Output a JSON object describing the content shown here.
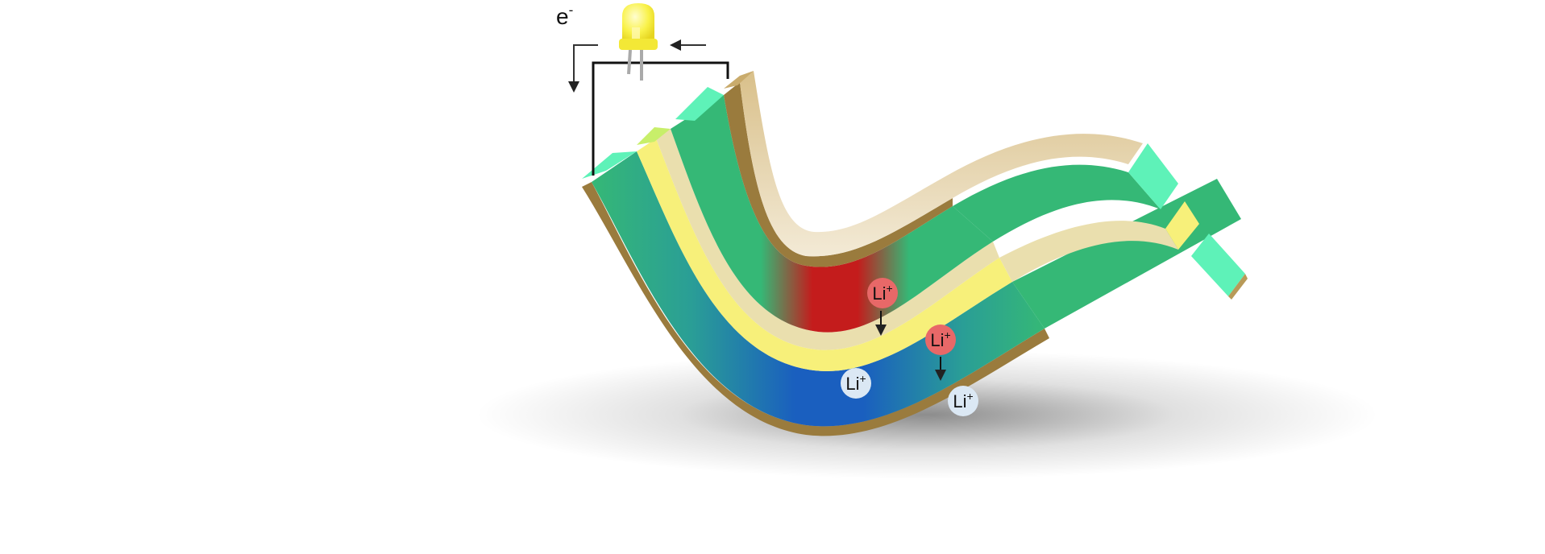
{
  "diagram": {
    "electron_label": {
      "base": "e",
      "superscript": "-"
    },
    "ions": [
      {
        "base": "Li",
        "superscript": "+",
        "state": "moving",
        "color": "#e86868"
      },
      {
        "base": "Li",
        "superscript": "+",
        "state": "moving",
        "color": "#e86868"
      },
      {
        "base": "Li",
        "superscript": "+",
        "state": "intercalated",
        "color": "#dbe8f4"
      },
      {
        "base": "Li",
        "superscript": "+",
        "state": "intercalated",
        "color": "#dbe8f4"
      }
    ],
    "colors": {
      "electrode_green": "#35b876",
      "electrode_face": "#5ef2b8",
      "anode_red": "#c01818",
      "cathode_blue": "#1a5fbf",
      "separator_yellow": "#f7f07a",
      "current_collector": "#a98a4f",
      "led": "#f9f24a"
    }
  }
}
